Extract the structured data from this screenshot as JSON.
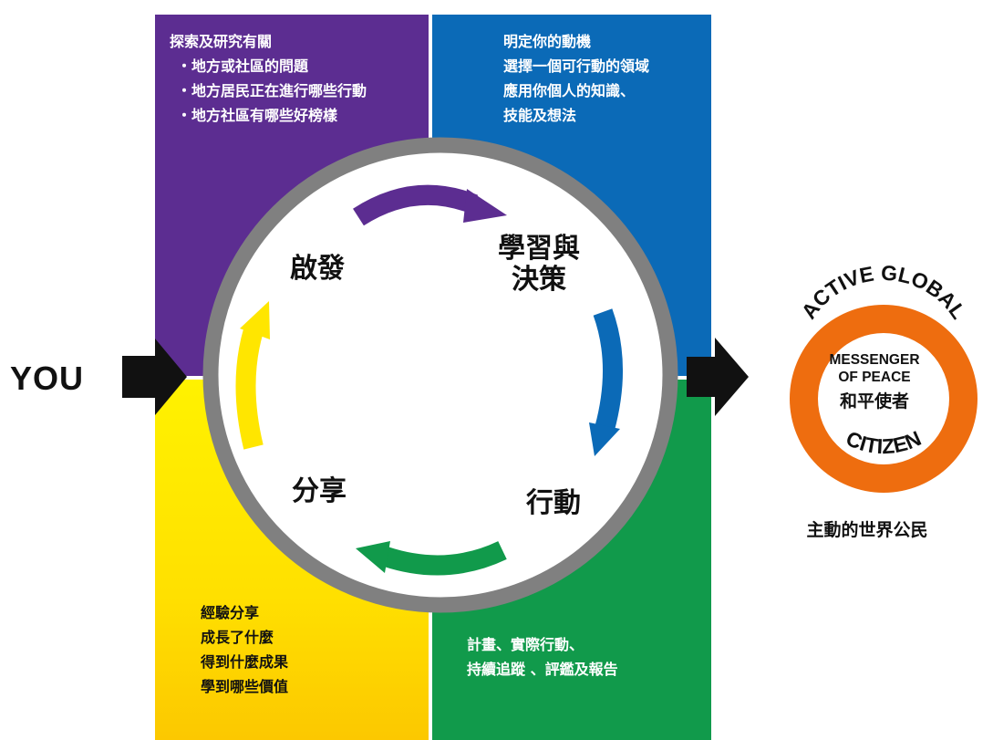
{
  "you_label": "YOU",
  "quadrants": {
    "inspire": {
      "heading": "探索及研究有關",
      "items": [
        "・地方或社區的問題",
        "・地方居民正在進行哪些行動",
        "・地方社區有哪些好榜樣"
      ]
    },
    "learn": {
      "lines": [
        "明定你的動機",
        "選擇一個可行動的領域",
        "應用你個人的知識、",
        "技能及想法"
      ]
    },
    "share": {
      "lines": [
        "經驗分享",
        "成長了什麼",
        "得到什麼成果",
        "學到哪些價值"
      ]
    },
    "action": {
      "lines": [
        "計畫、實際行動、",
        "持續追蹤 、評鑑及報告"
      ]
    }
  },
  "stages": {
    "inspire": "啟發",
    "learn_line1": "學習與",
    "learn_line2": "決策",
    "action": "行動",
    "share": "分享"
  },
  "badge": {
    "arc_top": "ACTIVE GLOBAL",
    "arc_bottom": "CITIZEN",
    "center_line1": "MESSENGER",
    "center_line2": "OF PEACE",
    "center_cn": "和平使者",
    "caption": "主動的世界公民"
  },
  "colors": {
    "purple": "#5c2d91",
    "blue": "#0b6ab7",
    "green": "#119a4b",
    "yellow": "#ffe600",
    "orange": "#ee6d0f",
    "ring_gray": "#808080"
  }
}
